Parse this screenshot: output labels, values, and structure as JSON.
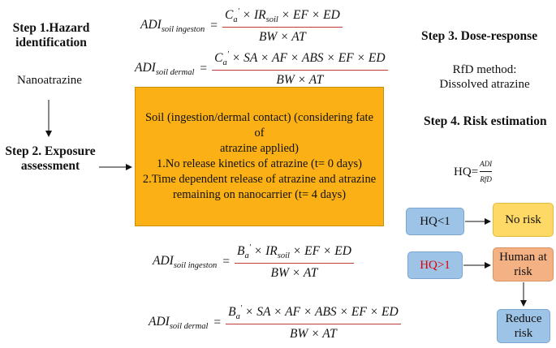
{
  "step1": {
    "title_line1": "Step 1.Hazard",
    "title_line2": "identification",
    "item": "Nanoatrazine"
  },
  "step2": {
    "title_line1": "Step 2. Exposure",
    "title_line2": "assessment"
  },
  "step3": {
    "title": "Step 3. Dose-response",
    "line1": "RfD method:",
    "line2": "Dissolved atrazine"
  },
  "step4": {
    "title": "Step 4. Risk estimation",
    "hq_label": "HQ=",
    "hq_num": "ADI",
    "hq_den": "RfD"
  },
  "exposure_box": {
    "line1": "Soil (ingestion/dermal contact) (considering fate of",
    "line2": "atrazine applied)",
    "line3": "1.No release kinetics of atrazine (t= 0 days)",
    "line4": "2.Time dependent release of atrazine and atrazine",
    "line5": "remaining on nanocarrier (t= 4 days)"
  },
  "equations": {
    "eq1": {
      "lhs": "ADI",
      "lhs_sub": "soil ingeston",
      "conc": "C",
      "conc_sub": "a",
      "rest_a": "IR",
      "rest_a_sub": "soil",
      "rest_b": " × EF × ED",
      "den": "BW × AT"
    },
    "eq2": {
      "lhs": "ADI",
      "lhs_sub": "soil dermal",
      "conc": "C",
      "conc_sub": "a",
      "rest": " × SA × AF × ABS × EF × ED",
      "den": "BW × AT"
    },
    "eq3": {
      "lhs": "ADI",
      "lhs_sub": "soil ingeston",
      "conc": "B",
      "conc_sub": "a",
      "rest_a": "IR",
      "rest_a_sub": "soil",
      "rest_b": " × EF × ED",
      "den": "BW × AT"
    },
    "eq4": {
      "lhs": "ADI",
      "lhs_sub": "soil dermal",
      "conc": "B",
      "conc_sub": "a",
      "rest": " × SA × AF × ABS × EF × ED",
      "den": "BW × AT"
    }
  },
  "risk_flow": {
    "hq_low": "HQ<1",
    "no_risk": "No risk",
    "hq_high": "HQ>1",
    "human_risk_line1": "Human at",
    "human_risk_line2": "risk",
    "reduce_line1": "Reduce",
    "reduce_line2": "risk"
  },
  "colors": {
    "orange_box": "#fbb116",
    "blue_box": "#9dc3e6",
    "yellow_box": "#ffd966",
    "salmon_box": "#f4b183",
    "hq_high_text": "#e00000"
  }
}
